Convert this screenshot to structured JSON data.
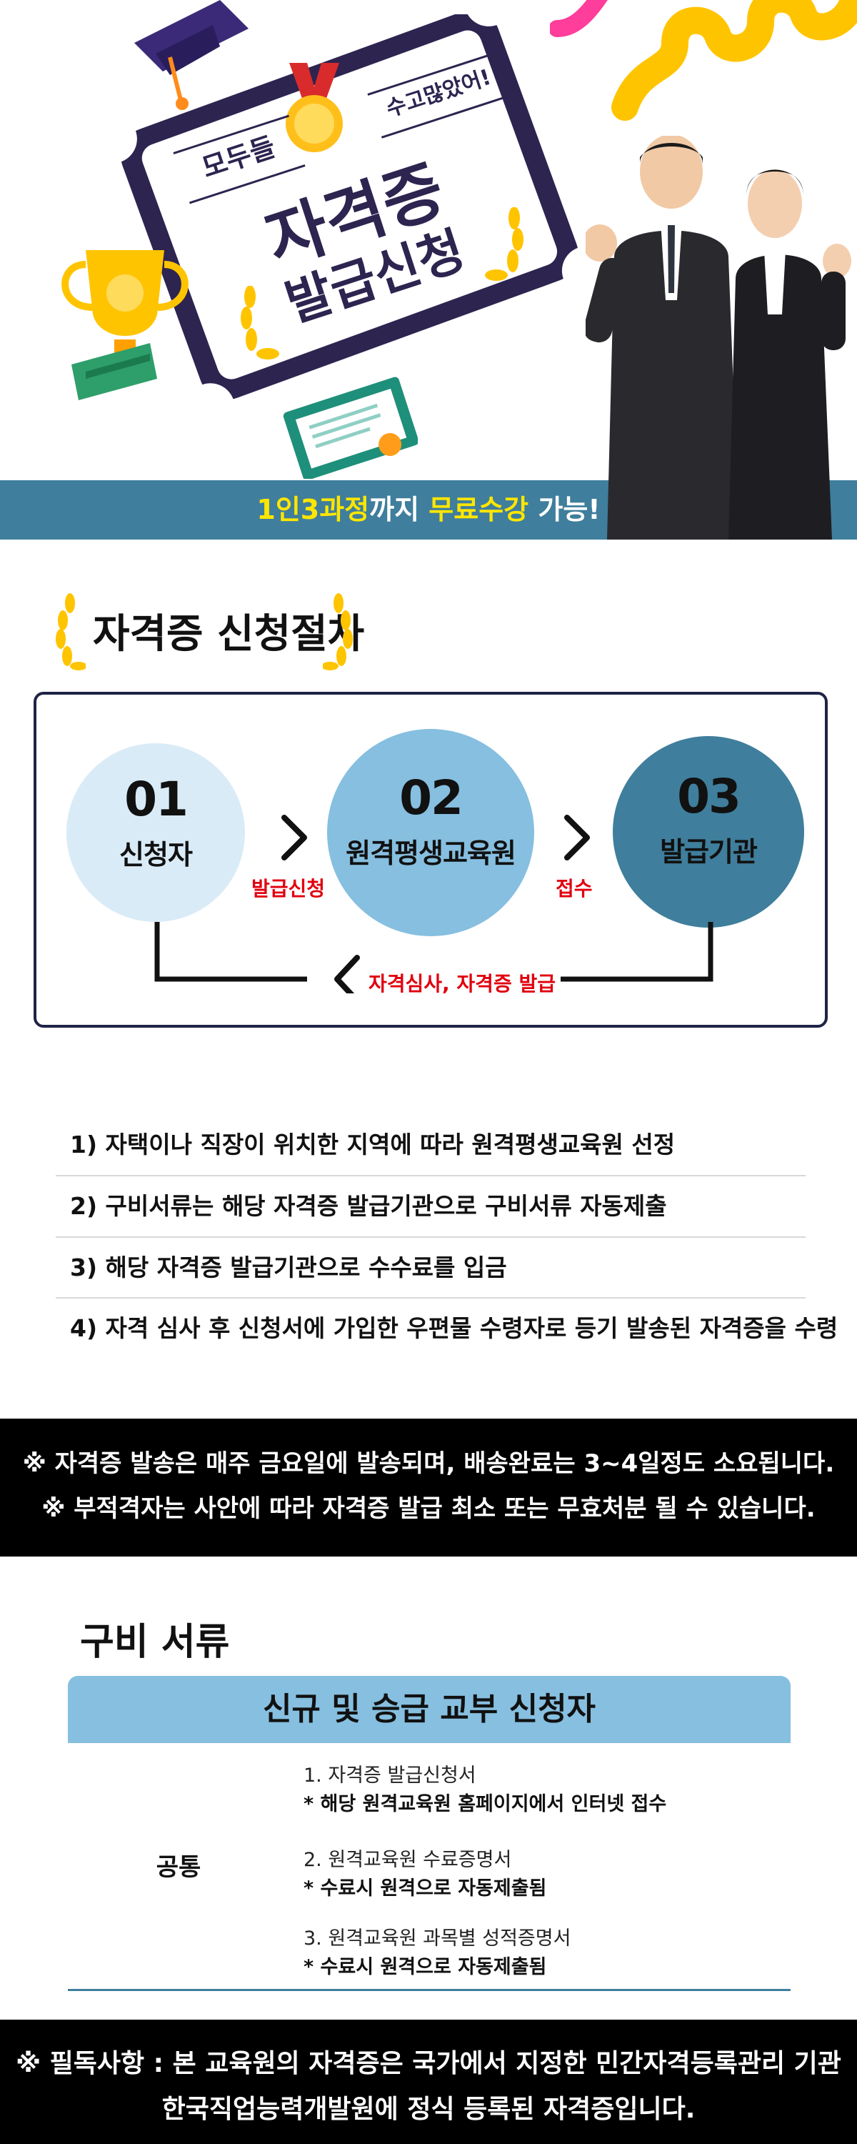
{
  "hero": {
    "badge_everyone": "모두들",
    "badge_thanks": "수고많았어!",
    "title_line1": "자격증",
    "title_line2": "발급신청",
    "banner": {
      "part1": "1인3과정",
      "part2": "까지 ",
      "part3": "무료수강",
      "part4": " 가능!"
    }
  },
  "process": {
    "title": "자격증 신청절차",
    "steps": [
      {
        "num": "01",
        "label": "신청자"
      },
      {
        "num": "02",
        "label": "원격평생교육원"
      },
      {
        "num": "03",
        "label": "발급기관"
      }
    ],
    "arrow_label_1": "발급신청",
    "arrow_label_2": "접수",
    "return_label": "자격심사, 자격증 발급"
  },
  "steps_list": [
    "1)  자택이나 직장이 위치한 지역에 따라 원격평생교육원 선정",
    "2)  구비서류는 해당 자격증 발급기관으로 구비서류 자동제출",
    "3)  해당 자격증 발급기관으로 수수료를 입금",
    "4)  자격 심사 후 신청서에 가입한 우편물 수령자로 등기 발송된 자격증을 수령"
  ],
  "notices": [
    "※ 자격증 발송은 매주 금요일에 발송되며, 배송완료는 3~4일정도 소요됩니다.",
    "※ 부적격자는 사안에 따라 자격증 발급 최소 또는 무효처분 될 수 있습니다."
  ],
  "documents": {
    "title": "구비 서류",
    "table_header": "신규 및 승급 교부 신청자",
    "row_label": "공통",
    "items": [
      {
        "name": "1. 자격증 발급신청서",
        "note": "* 해당 원격교육원 홈페이지에서 인터넷 접수"
      },
      {
        "name": "2. 원격교육원 수료증명서",
        "note": "* 수료시 원격으로 자동제출됨"
      },
      {
        "name": "3. 원격교육원 과목별 성적증명서",
        "note": "* 수료시 원격으로 자동제출됨"
      }
    ]
  },
  "footer": {
    "line1": "※ 필독사항 : 본 교육원의 자격증은 국가에서 지정한 민간자격등록관리 기관",
    "line2": "한국직업능력개발원에 정식 등록된 자격증입니다."
  },
  "colors": {
    "banner_blue": "#3f7e9c",
    "highlight_yellow": "#ffe600",
    "circle1": "#d9ebf7",
    "circle2": "#86bfe0",
    "circle3": "#3f7e9c",
    "accent_red": "#e0000e",
    "navy_border": "#1e2346"
  }
}
